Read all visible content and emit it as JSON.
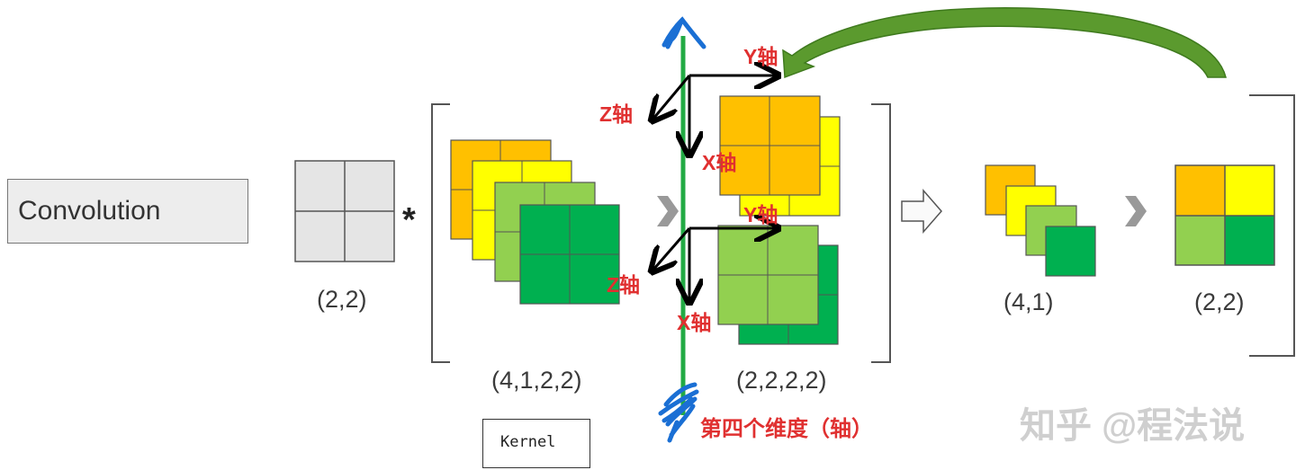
{
  "labels": {
    "convolution": "Convolution",
    "kernel": "Kernel",
    "multiply": "*",
    "input_shape": "(2,2)",
    "kernel_shape": "(4,1,2,2)",
    "grouped_shape": "(2,2,2,2)",
    "result_shape": "(4,1)",
    "output_shape": "(2,2)",
    "x_axis": "X轴",
    "y_axis": "Y轴",
    "z_axis": "Z轴",
    "fourth_axis": "第四个维度（轴）",
    "watermark": "知乎 @程法说"
  },
  "colors": {
    "orange": "#ffc000",
    "yellow": "#ffff00",
    "light_green": "#92d050",
    "dark_green": "#00b050",
    "input_gray": "#e5e5e5",
    "axis_line": "#22aa44",
    "axis_text": "#e03030",
    "curved_arrow": "#5b9a2e",
    "blue_scribble": "#1a6fd4"
  }
}
